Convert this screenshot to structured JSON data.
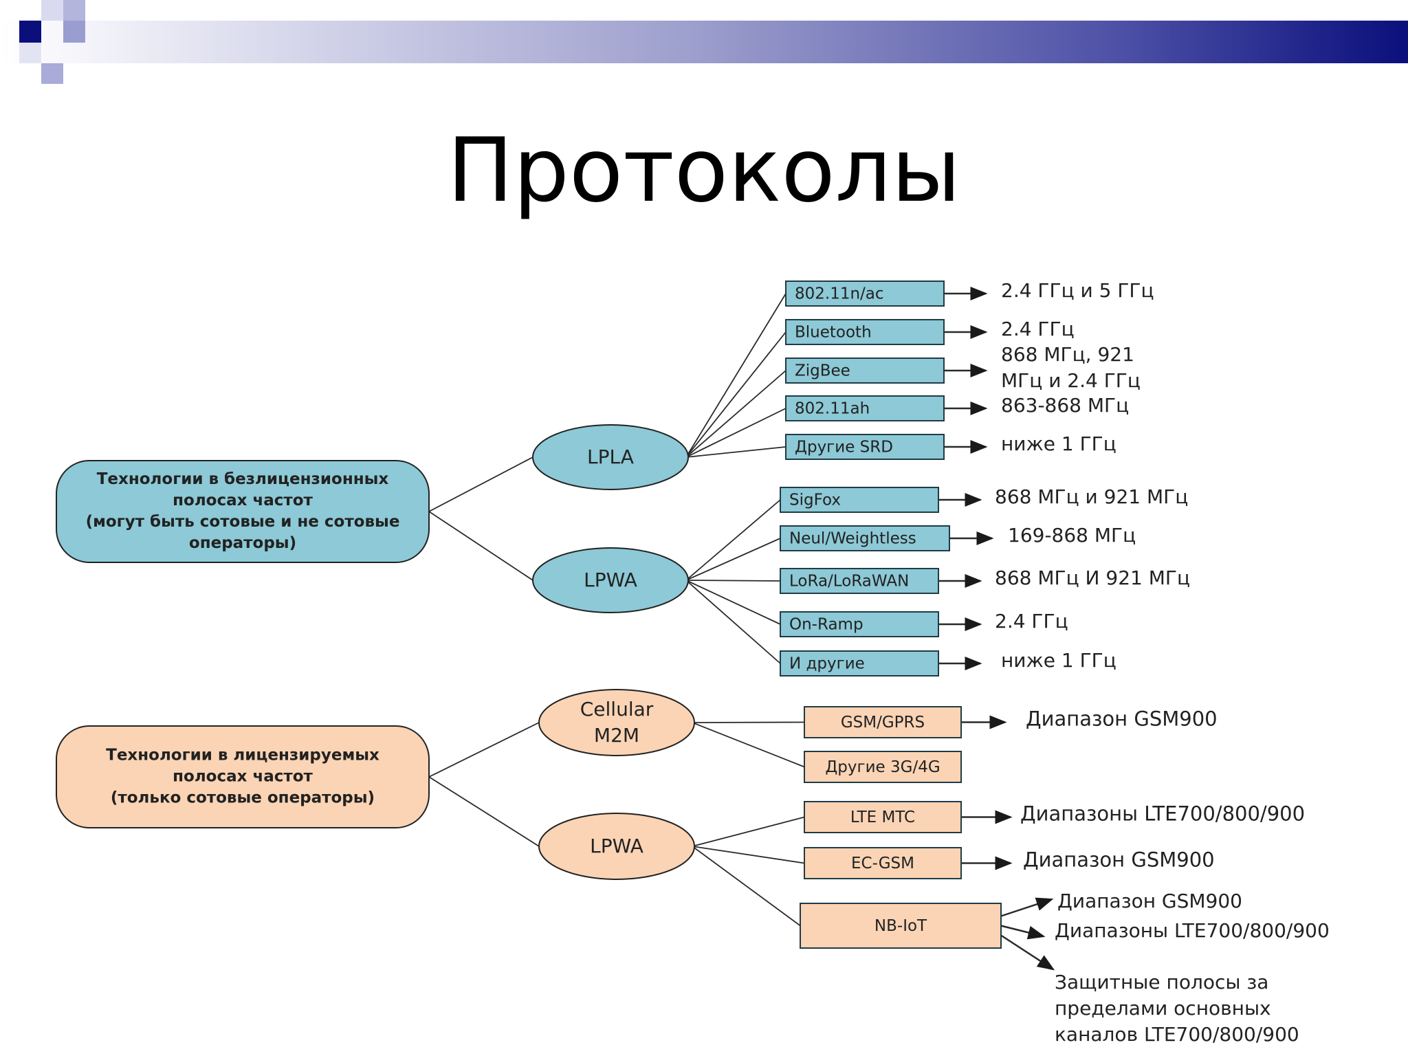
{
  "slide": {
    "title": "Протоколы",
    "colors": {
      "banner_dark": "#0a0f7c",
      "unlicensed_fill": "#8dc9d6",
      "licensed_fill": "#fad4b5",
      "line": "#2a2a2a"
    }
  },
  "diagram": {
    "unlicensed": {
      "root_lines": [
        "Технологии в безлицензионных",
        "полосах частот",
        "(могут быть сотовые и не сотовые",
        "операторы)"
      ],
      "groups": [
        {
          "name": "LPLA",
          "items": [
            {
              "tech": "802.11n/ac",
              "band": [
                "2.4 ГГц и 5 ГГц"
              ]
            },
            {
              "tech": "Bluetooth",
              "band": [
                "2.4 ГГц"
              ]
            },
            {
              "tech": "ZigBee",
              "band": [
                "868 МГц, 921",
                "МГц и 2.4 ГГц"
              ]
            },
            {
              "tech": "802.11ah",
              "band": [
                "863-868 МГц"
              ]
            },
            {
              "tech": "Другие SRD",
              "band": [
                "ниже 1 ГГц"
              ]
            }
          ]
        },
        {
          "name": "LPWA",
          "items": [
            {
              "tech": "SigFox",
              "band": [
                "868 МГц и 921 МГц"
              ]
            },
            {
              "tech": "Neul/Weightless",
              "band": [
                "169-868 МГц"
              ]
            },
            {
              "tech": "LoRa/LoRaWAN",
              "band": [
                "868 МГц И 921 МГц"
              ]
            },
            {
              "tech": "On-Ramp",
              "band": [
                "2.4 ГГц"
              ]
            },
            {
              "tech": "И другие",
              "band": [
                "ниже 1 ГГц"
              ]
            }
          ]
        }
      ]
    },
    "licensed": {
      "root_lines": [
        "Технологии в лицензируемых",
        "полосах частот",
        "(только сотовые операторы)"
      ],
      "groups": [
        {
          "name_lines": [
            "Cellular",
            "M2M"
          ],
          "items": [
            {
              "tech": "GSM/GPRS",
              "band": [
                "Диапазон GSM900"
              ]
            },
            {
              "tech": "Другие 3G/4G",
              "band": []
            }
          ]
        },
        {
          "name_lines": [
            "LPWA"
          ],
          "items": [
            {
              "tech": "LTE MTC",
              "band": [
                "Диапазоны LTE700/800/900"
              ]
            },
            {
              "tech": "EC-GSM",
              "band": [
                "Диапазон GSM900"
              ]
            },
            {
              "tech": "NB-IoT",
              "bands": [
                [
                  "Диапазон GSM900"
                ],
                [
                  "Диапазоны LTE700/800/900"
                ],
                [
                  "Защитные полосы за",
                  "пределами основных",
                  "каналов LTE700/800/900"
                ]
              ]
            }
          ]
        }
      ]
    }
  }
}
